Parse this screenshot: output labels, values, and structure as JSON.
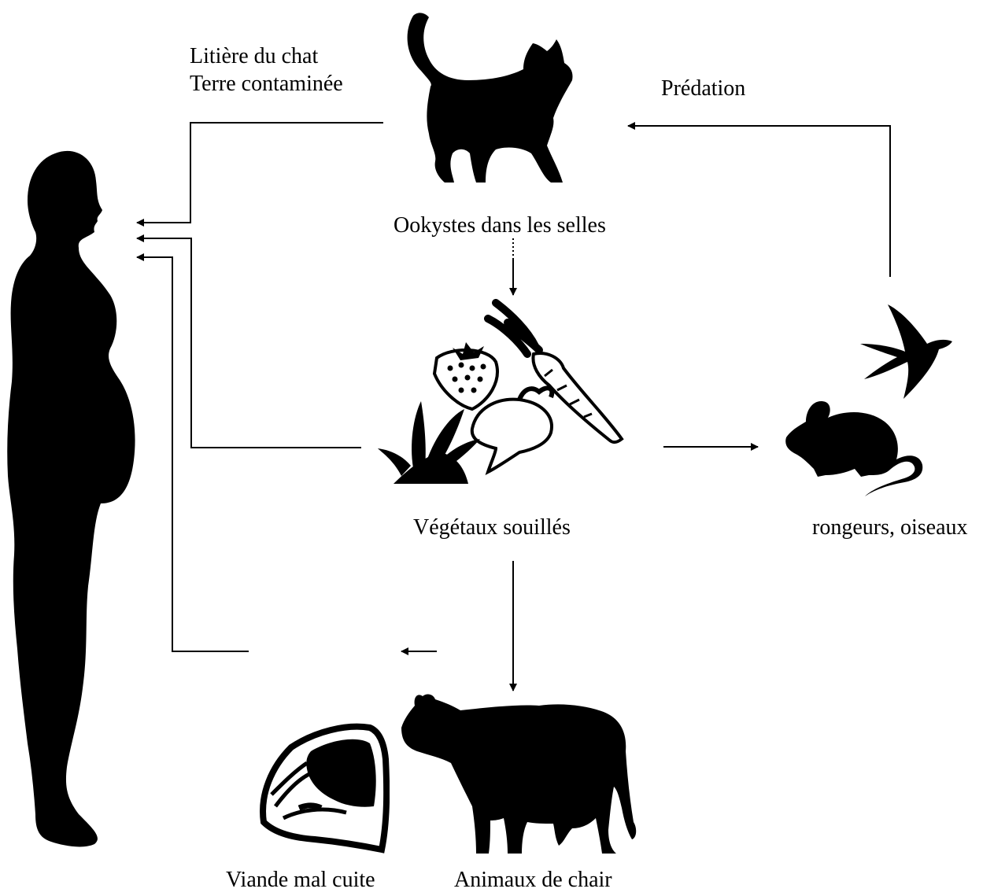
{
  "labels": {
    "litter_line1": "Litière du chat",
    "litter_line2": "Terre contaminée",
    "predation": "Prédation",
    "oocysts": "Ookystes dans les selles",
    "vegetables": "Végétaux souillés",
    "rodents_birds": "rongeurs, oiseaux",
    "meat": "Viande mal cuite",
    "livestock": "Animaux de chair"
  },
  "icons": [
    "pregnant-woman-icon",
    "cat-icon",
    "vegetables-icon",
    "bird-icon",
    "mouse-icon",
    "cow-icon",
    "steak-icon"
  ],
  "colors": {
    "ink": "#000000",
    "background": "#ffffff"
  }
}
